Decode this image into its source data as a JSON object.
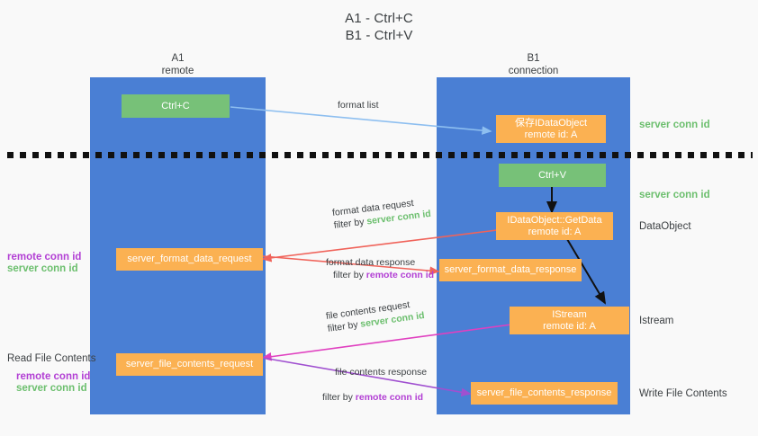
{
  "title": {
    "line1": "A1 - Ctrl+C",
    "line2": "B1 - Ctrl+V"
  },
  "columns": [
    {
      "name": "A1",
      "sub": "remote"
    },
    {
      "name": "B1",
      "sub": "connection"
    }
  ],
  "boxes": {
    "ctrl_c": {
      "line1": "Ctrl+C"
    },
    "save_idataobject": {
      "line1": "保存IDataObject",
      "line2": "remote id: A"
    },
    "ctrl_v": {
      "line1": "Ctrl+V"
    },
    "idataobject_getdata": {
      "line1": "IDataObject::GetData",
      "line2": "remote id: A"
    },
    "format_data_request": {
      "line1": "server_format_data_request"
    },
    "format_data_response": {
      "line1": "server_format_data_response"
    },
    "istream": {
      "line1": "IStream",
      "line2": "remote id: A"
    },
    "file_contents_request": {
      "line1": "server_file_contents_request"
    },
    "file_contents_response": {
      "line1": "server_file_contents_response"
    }
  },
  "right_labels": {
    "server_conn_id_1": "server conn id",
    "server_conn_id_2": "server conn id",
    "dataobject": "DataObject",
    "istream": "Istream",
    "write_file_contents": "Write File Contents"
  },
  "left_labels": {
    "remote_conn_id_1": "remote conn id",
    "server_conn_id_1": "server conn id",
    "read_file_contents": "Read File Contents",
    "remote_conn_id_2": "remote conn id",
    "server_conn_id_2": "server conn id"
  },
  "flows": {
    "format_list": "format list",
    "format_data_request": {
      "line1": "format data request",
      "filter_prefix": "filter by ",
      "filter_value": "server conn id"
    },
    "format_data_response": {
      "line1": "format data response",
      "filter_prefix": "filter by ",
      "filter_value": "remote conn id"
    },
    "file_contents_request": {
      "line1": "file contents request",
      "filter_prefix": "filter by ",
      "filter_value": "server conn id"
    },
    "file_contents_response": {
      "line1": "file contents response",
      "filter_prefix": "filter by ",
      "filter_value": "remote conn id"
    }
  },
  "colors": {
    "lane": "#4a7fd4",
    "green_box": "#77c178",
    "orange_box": "#fbb152",
    "green_text": "#6cbf6e",
    "purple_text": "#b23fd4",
    "arrow_blue": "#8ebff0",
    "arrow_red": "#f0635a",
    "arrow_magenta": "#e040c0",
    "arrow_purple": "#a050d0",
    "arrow_black": "#111111",
    "background": "#f9f9f9"
  }
}
